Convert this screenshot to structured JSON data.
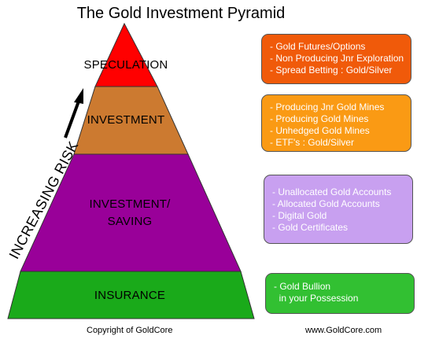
{
  "title": "The Gold Investment Pyramid",
  "tiers": [
    {
      "label": "SPECULATION",
      "color": "#ff0000"
    },
    {
      "label": "INVESTMENT",
      "color": "#cc7a30"
    },
    {
      "label_line1": "INVESTMENT/",
      "label_line2": "SAVING",
      "color": "#990099"
    },
    {
      "label": "INSURANCE",
      "color": "#1aaa1a"
    }
  ],
  "risk_label": "INCREASING RISK",
  "boxes": [
    {
      "color": "#f05a0a",
      "lines": [
        "- Gold Futures/Options",
        "- Non Producing Jnr Exploration",
        "- Spread Betting : Gold/Silver"
      ]
    },
    {
      "color": "#fa9a14",
      "lines": [
        "- Producing Jnr Gold Mines",
        "- Producing Gold Mines",
        "- Unhedged Gold Mines",
        "- ETF's : Gold/Silver"
      ]
    },
    {
      "color": "#c8a0f0",
      "lines": [
        "- Unallocated Gold Accounts",
        "- Allocated Gold Accounts",
        "- Digital Gold",
        "- Gold Certificates"
      ]
    },
    {
      "color": "#32c032",
      "lines": [
        "- Gold Bullion",
        "  in your Possession"
      ]
    }
  ],
  "footer": {
    "left": "Copyright of GoldCore",
    "right": "www.GoldCore.com"
  }
}
